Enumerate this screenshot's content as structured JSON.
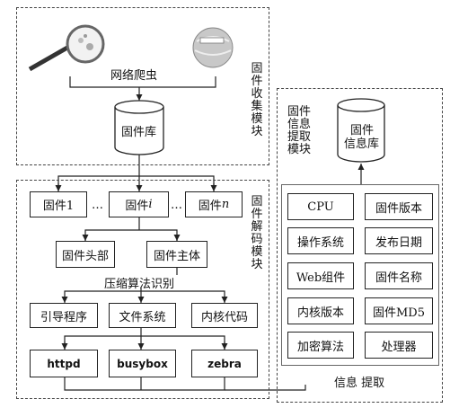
{
  "collection": {
    "module_label": "固件收集模块",
    "crawler_label": "网络爬虫",
    "firmware_db_label": "固件库"
  },
  "decode": {
    "module_label": "固件解码模块",
    "fw1": "固件1",
    "fwi_prefix": "固件",
    "fwi_suffix": "i",
    "fwn_prefix": "固件",
    "fwn_suffix": "n",
    "ellipsis": "…",
    "header_label": "固件头部",
    "body_label": "固件主体",
    "compress_label": "压缩算法识别",
    "bootloader_label": "引导程序",
    "filesystem_label": "文件系统",
    "kernel_label": "内核代码",
    "httpd": "httpd",
    "busybox": "busybox",
    "zebra": "zebra"
  },
  "extract": {
    "module_label": "固件信息提取模块",
    "db_label_line1": "固件",
    "db_label_line2": "信息库",
    "extract_label": "信息 提取",
    "items": [
      "CPU",
      "固件版本",
      "操作系统",
      "发布日期",
      "Web组件",
      "固件名称",
      "内核版本",
      "固件MD5",
      "加密算法",
      "处理器"
    ]
  }
}
